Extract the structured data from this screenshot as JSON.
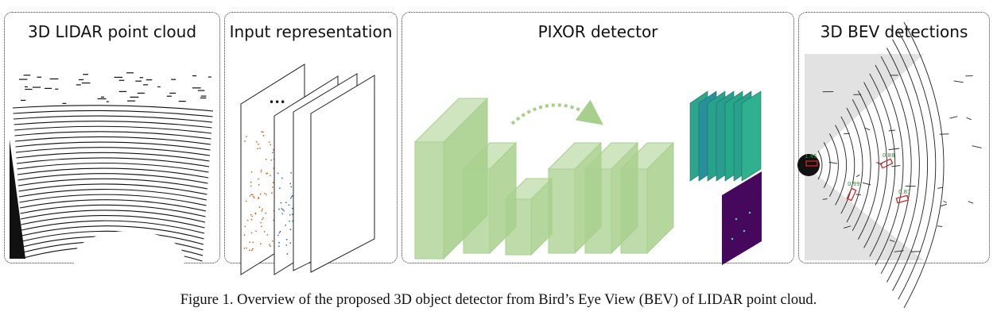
{
  "panels": {
    "lidar_title": "3D LIDAR point cloud",
    "input_title": "Input representation",
    "detector_title": "PIXOR detector",
    "bev_title": "3D BEV detections"
  },
  "input_layers": {
    "ellipsis": "•••"
  },
  "detections": [
    {
      "score": "1.45",
      "color": "#2e8b2e"
    },
    {
      "score": "0.88",
      "color": "#2e8b2e"
    },
    {
      "score": "0.99",
      "color": "#2e8b2e"
    },
    {
      "score": "0.87",
      "color": "#2e8b2e"
    }
  ],
  "colors": {
    "block_fill": "#a8d08d",
    "feature_teal": "#2a9d8f",
    "heatmap_purple": "#46085c",
    "box_red": "#d62728"
  },
  "caption": "Figure 1. Overview of the proposed 3D object detector from Bird’s Eye View (BEV) of LIDAR point cloud."
}
